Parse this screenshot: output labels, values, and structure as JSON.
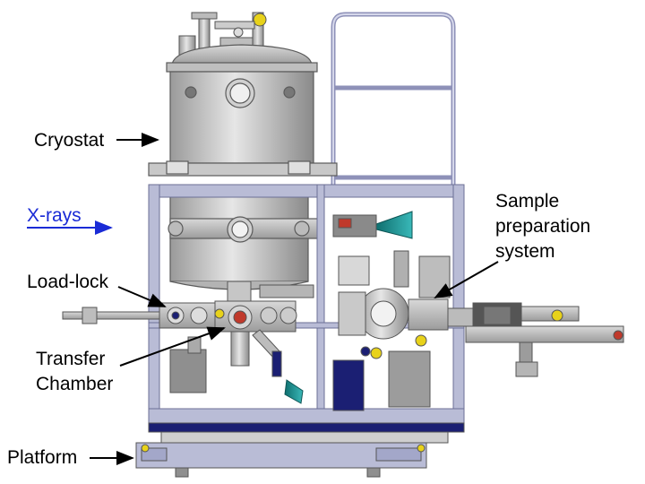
{
  "labels": {
    "cryostat": "Cryostat",
    "xrays": "X-rays",
    "sample_line1": "Sample",
    "sample_line2": "preparation",
    "sample_line3": "system",
    "loadlock": "Load-lock",
    "transfer_line1": "Transfer",
    "transfer_line2": "Chamber",
    "platform": "Platform"
  },
  "colors": {
    "label_text": "#000000",
    "xray_arrow": "#1a2bd6",
    "frame": "#b9bcd6",
    "steel": "#c4c4c4",
    "teal_part": "#1e9a9a",
    "navy_part": "#1b1f73",
    "red_part": "#c0392b",
    "yellow_part": "#e8d21a"
  }
}
